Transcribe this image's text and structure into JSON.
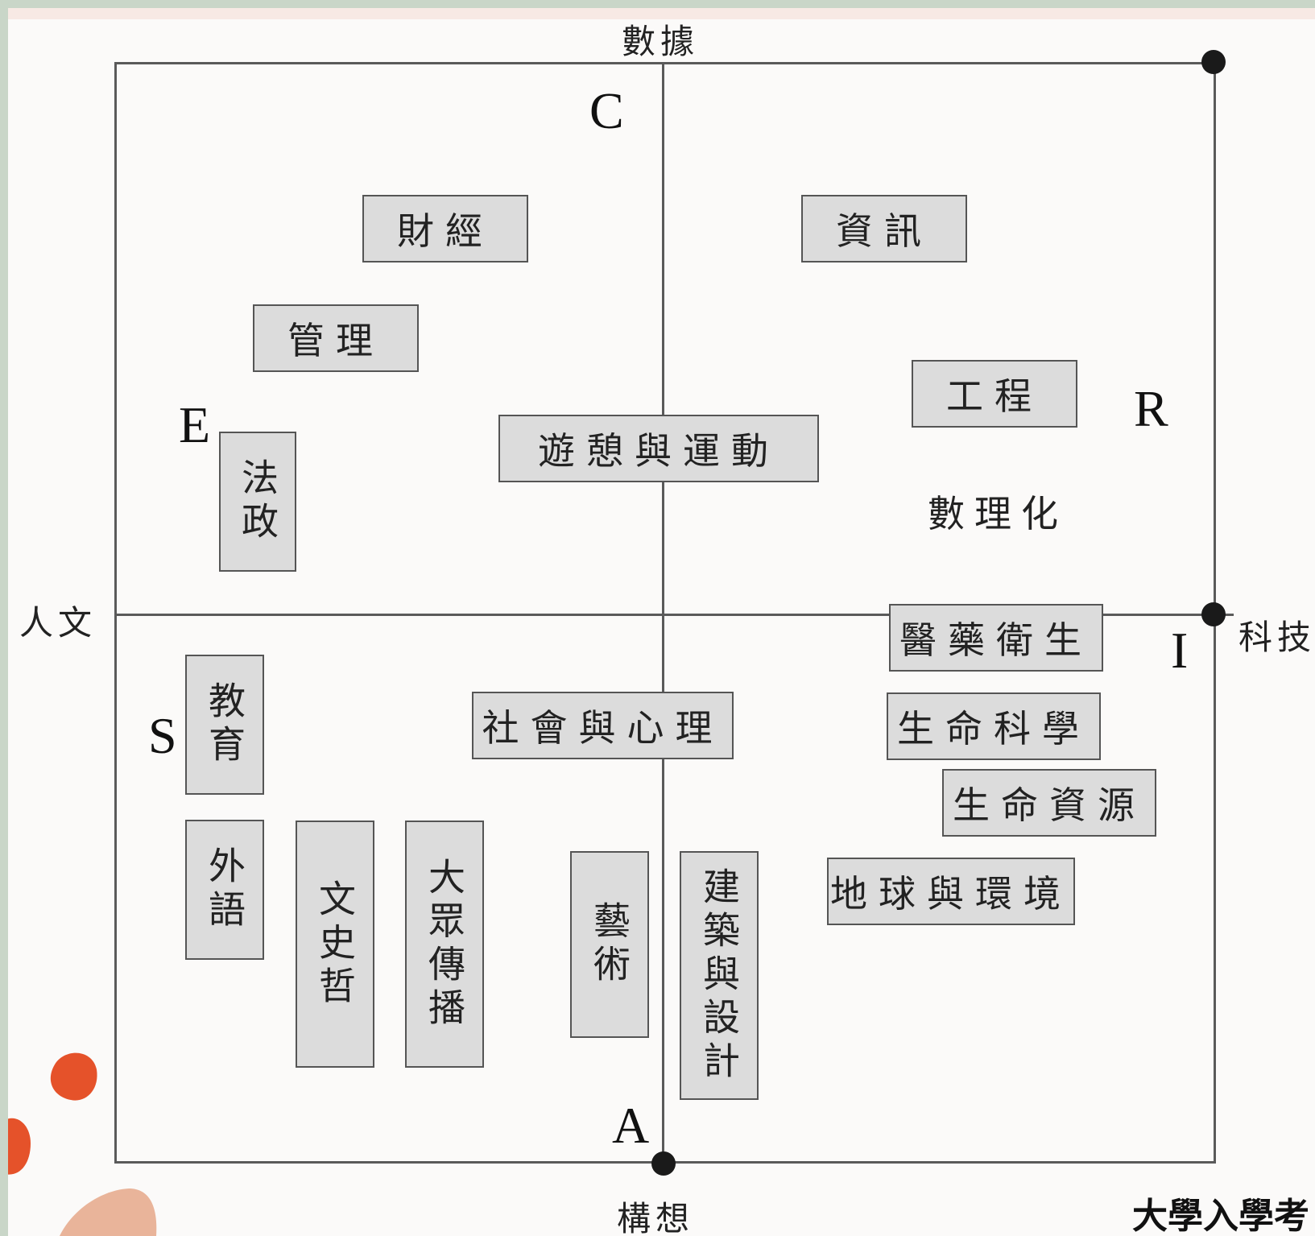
{
  "axes": {
    "top": "數據",
    "bottom": "構想",
    "left": "人文",
    "right": "科技"
  },
  "letters": {
    "c": "C",
    "r": "R",
    "e": "E",
    "i": "I",
    "s": "S",
    "a": "A"
  },
  "fields": {
    "finance": "財經",
    "information": "資訊",
    "management": "管理",
    "engineering": "工程",
    "law_politics": "法政",
    "leisure_sports": "遊憩與運動",
    "math_physics_chem": "數理化",
    "medicine_health": "醫藥衛生",
    "education": "教育",
    "social_psychology": "社會與心理",
    "life_science": "生命科學",
    "life_resources": "生命資源",
    "foreign_language": "外語",
    "literature_history_philosophy": "文史哲",
    "mass_communication": "大眾傳播",
    "arts": "藝術",
    "architecture_design": "建築與設計",
    "earth_environment": "地球與環境"
  },
  "source": "大學入學考",
  "colors": {
    "frame": "#5a5a5a",
    "box_fill": "#dcdcdc",
    "accent_orange": "#e5522a",
    "accent_peach": "#e9b49a",
    "background_border": "#c9d6c8"
  }
}
